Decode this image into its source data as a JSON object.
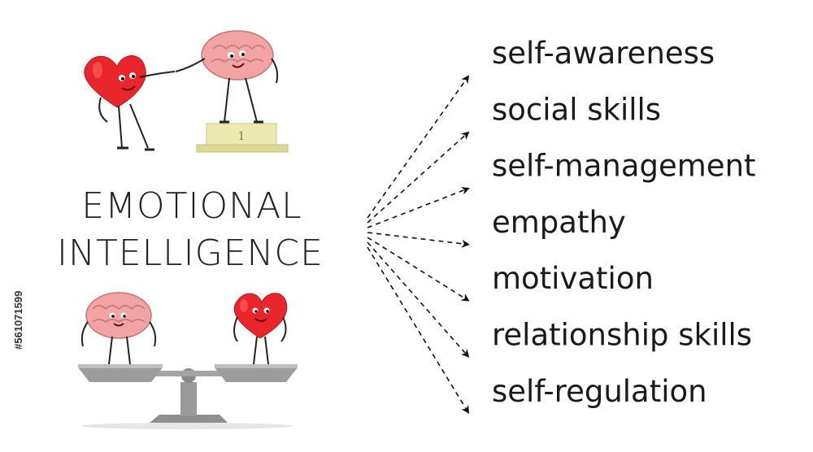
{
  "title": {
    "line1": "EMOTIONAL",
    "line2": "INTELLIGENCE"
  },
  "podium_number": "1",
  "side_id": "#561071599",
  "skills": [
    {
      "label": "self-awareness"
    },
    {
      "label": "social skills"
    },
    {
      "label": "self-management"
    },
    {
      "label": "empathy"
    },
    {
      "label": "motivation"
    },
    {
      "label": "relationship skills"
    },
    {
      "label": "self-regulation"
    }
  ],
  "colors": {
    "heart": "#e8262c",
    "brain": "#f2a3a3",
    "podium": "#e8e6a8",
    "scale": "#9a9a9a",
    "text": "#1a1a1a"
  }
}
